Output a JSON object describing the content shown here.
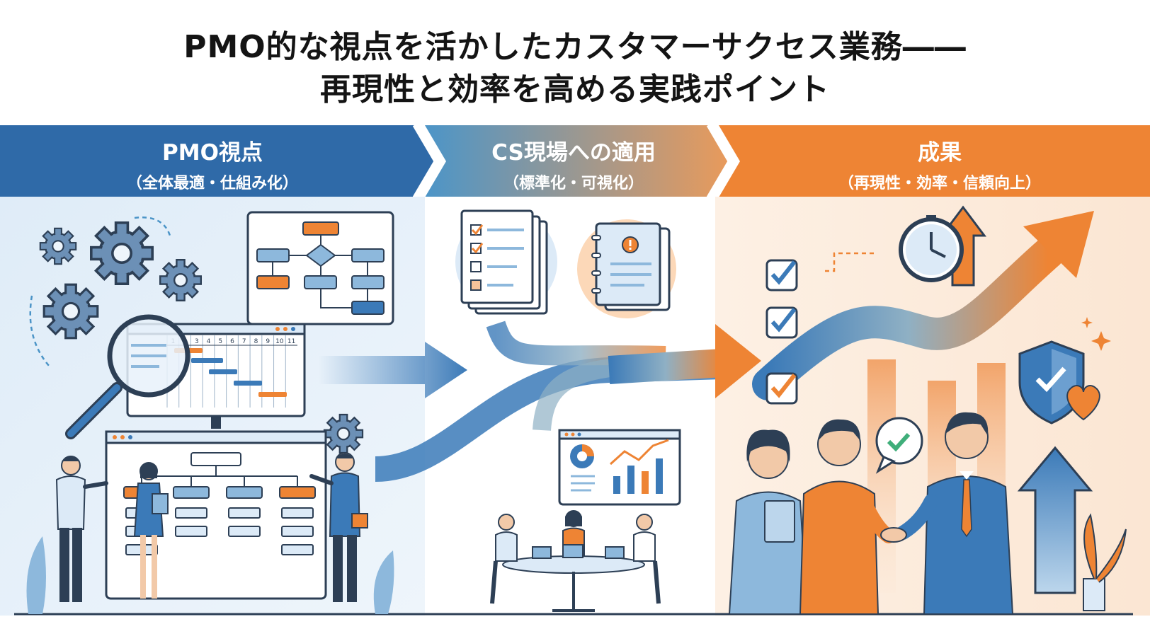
{
  "title": {
    "line1": "PMO的な視点を活かしたカスタマーサクセス業務――",
    "line2": "再現性と効率を高める実践ポイント"
  },
  "stages": [
    {
      "label": "PMO視点",
      "sub": "（全体最適・仕組み化）",
      "color": "#2f6aa8"
    },
    {
      "label": "CS現場への適用",
      "sub": "（標準化・可視化）",
      "color": "#4b94c7"
    },
    {
      "label": "成果",
      "sub": "（再現性・効率・信頼向上）",
      "color": "#ee8434"
    }
  ],
  "gantt": {
    "columns": [
      "1",
      "2",
      "3",
      "4",
      "5",
      "6",
      "7",
      "8",
      "9",
      "10",
      "11"
    ]
  },
  "colors": {
    "blue_dark": "#2f6aa8",
    "blue_light": "#dceaf7",
    "orange": "#ee8434",
    "peach_bg": "#fcebdc",
    "ink": "#2d3f55"
  },
  "icons": [
    "gear-icon",
    "flowchart-icon",
    "magnifier-icon",
    "gantt-chart-icon",
    "org-chart-icon",
    "checklist-document-icon",
    "alert-notebook-icon",
    "dashboard-icon",
    "clock-icon",
    "up-arrow-icon",
    "shield-check-icon",
    "heart-icon",
    "checkbox-icon",
    "chat-check-icon"
  ]
}
